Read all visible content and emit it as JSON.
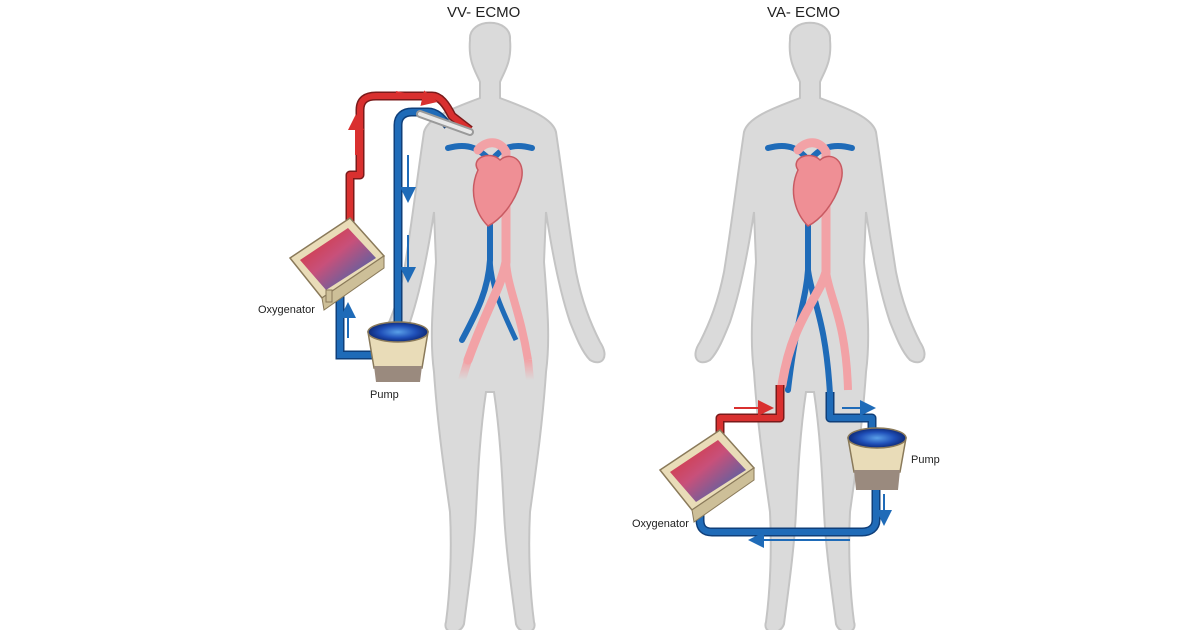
{
  "panels": [
    {
      "title": "VV- ECMO",
      "oxygenator_label": "Oxygenator",
      "pump_label": "Pump"
    },
    {
      "title": "VA- ECMO",
      "oxygenator_label": "Oxygenator",
      "pump_label": "Pump"
    }
  ],
  "colors": {
    "body_fill": "#d9d9d9",
    "body_stroke": "#bdbdbd",
    "arterial": "#d9302f",
    "venous": "#1f6bb8",
    "vessel_pink": "#f2a2a6",
    "device_beige": "#e9dcb8",
    "pump_base": "#9a8a7e"
  }
}
